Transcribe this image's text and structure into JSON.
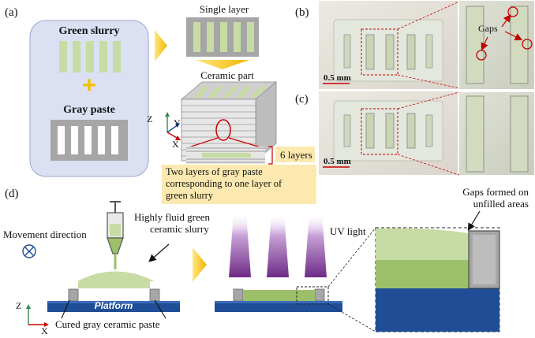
{
  "panels": {
    "a": "(a)",
    "b": "(b)",
    "c": "(c)",
    "d": "(d)"
  },
  "materials": {
    "green_slurry": "Green slurry",
    "gray_paste": "Gray paste",
    "plus": "+"
  },
  "process": {
    "single_layer": "Single layer",
    "ceramic_part": "Ceramic part",
    "six_layers": "6 layers",
    "note_lines": [
      "Two layers of gray paste",
      "corresponding to one layer of",
      "green slurry"
    ]
  },
  "photos": {
    "gaps": "Gaps",
    "scale_b": "0.5 mm",
    "scale_c": "0.5 mm"
  },
  "axes": {
    "z": "Z",
    "y": "Y",
    "x": "X"
  },
  "panel_d": {
    "movement": "Movement direction",
    "slurry_lines": [
      "Highly fluid green",
      "ceramic slurry"
    ],
    "uv": "UV light",
    "gaps_lines": [
      "Gaps formed on",
      "unfilled areas"
    ],
    "platform": "Platform",
    "cured": "Cured gray ceramic paste"
  },
  "colors": {
    "green": "#c7dca4",
    "green_dark": "#9cc06a",
    "gray": "#a6a6a6",
    "platform": "#1f4e96",
    "panel_bg": "#dbe0f3",
    "note_bg": "#fde9b0",
    "arrow": "#f2c100",
    "uv": "#7a3a90"
  }
}
